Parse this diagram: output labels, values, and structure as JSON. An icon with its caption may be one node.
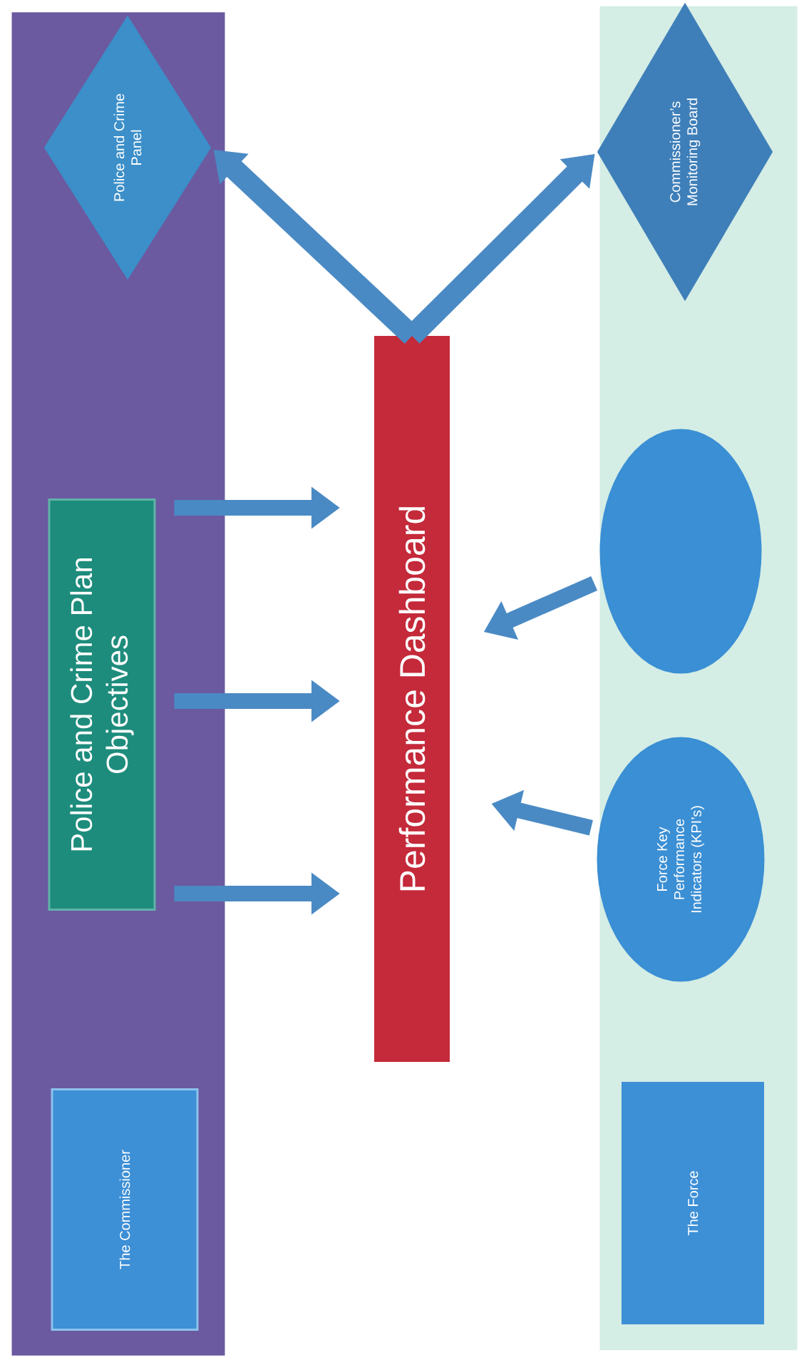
{
  "diagram": {
    "nodes": [
      {
        "text": [],
        "shape": "band"
      },
      {
        "text": [
          "Police and Crime Panel"
        ],
        "in": 0
      },
      {
        "text": [
          "Police and Crime Plan Objectives"
        ],
        "in": 0
      },
      {
        "text": [
          "The Commissioner"
        ],
        "in": 0
      },
      {
        "text": [
          "Performance Dashboard"
        ]
      },
      {
        "text": [],
        "shape": "band"
      },
      {
        "text": [
          "Commissioner’s Monitoring Board"
        ],
        "in": 5
      },
      {
        "text": [],
        "shape": "ellipse",
        "in": 5
      },
      {
        "text": [
          "Force Key Performance Indicators (KPI’s)"
        ],
        "in": 5
      },
      {
        "text": [
          "The Force"
        ],
        "in": 5
      }
    ],
    "edges": [
      {
        "from": 4,
        "to": 1,
        "arrow": "to"
      },
      {
        "from": 4,
        "to": 6,
        "arrow": "to"
      },
      {
        "from": 2,
        "to": 4,
        "arrow": "to"
      },
      {
        "from": 2,
        "to": 4,
        "arrow": "to"
      },
      {
        "from": 2,
        "to": 4,
        "arrow": "to"
      },
      {
        "from": 7,
        "to": 4,
        "arrow": "to"
      },
      {
        "from": 8,
        "to": 4,
        "arrow": "to"
      }
    ]
  }
}
